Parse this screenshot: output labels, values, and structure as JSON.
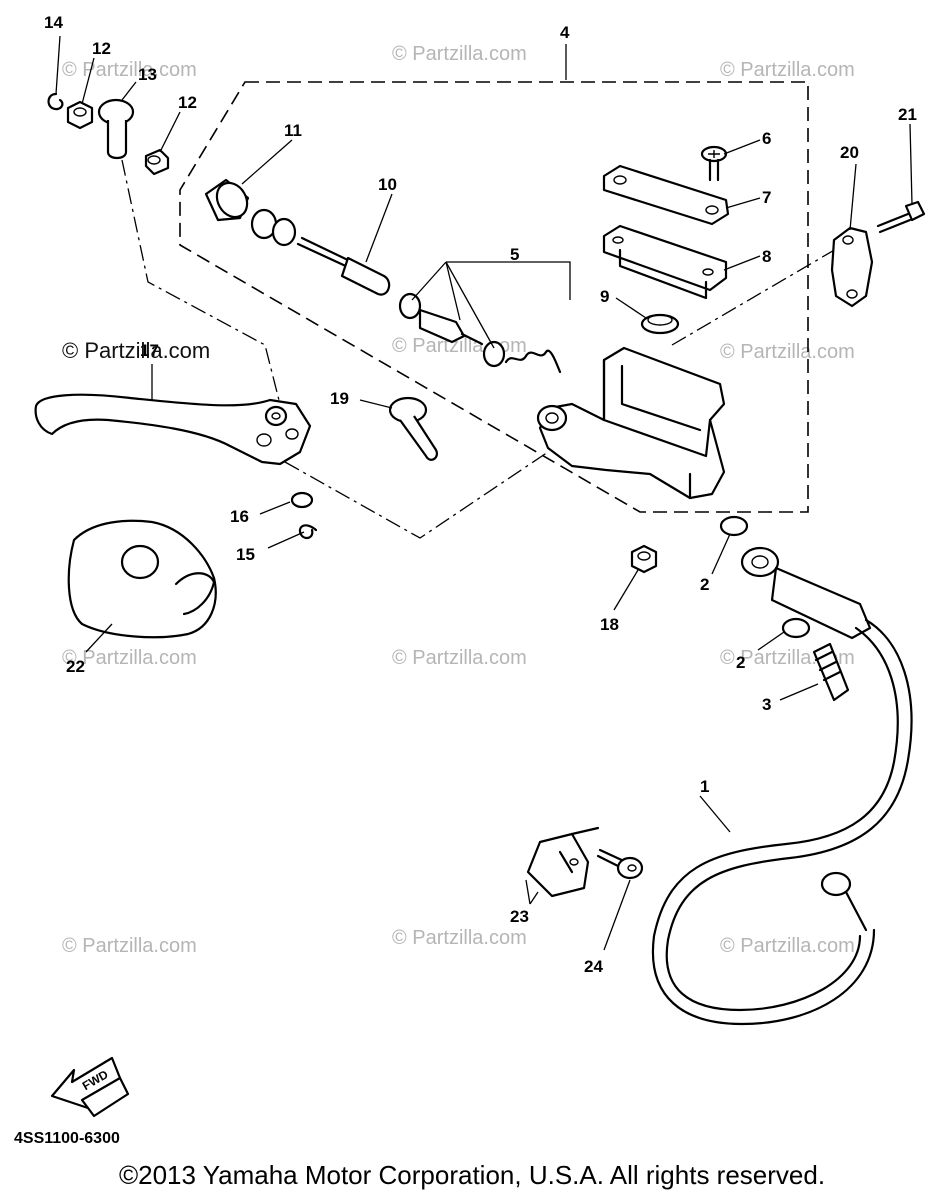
{
  "callouts": [
    "1",
    "2",
    "2",
    "3",
    "4",
    "5",
    "6",
    "7",
    "8",
    "9",
    "10",
    "11",
    "12",
    "12",
    "13",
    "14",
    "15",
    "16",
    "17",
    "18",
    "19",
    "20",
    "21",
    "22",
    "23",
    "24"
  ],
  "watermark_main": "© Partzilla.com",
  "watermark": "© Partzilla.com",
  "fwd_label": "FWD",
  "diagram_code": "4SS1100-6300",
  "copyright": "©2013  Yamaha Motor Corporation, U.S.A. All rights reserved."
}
